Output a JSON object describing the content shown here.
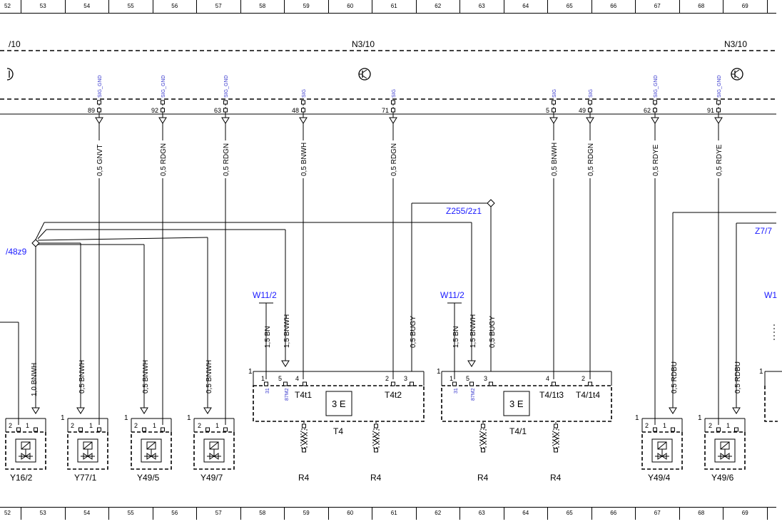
{
  "ruler": {
    "first_label": "52",
    "columns": [
      "53",
      "54",
      "55",
      "56",
      "57",
      "58",
      "59",
      "60",
      "61",
      "62",
      "63",
      "64",
      "65",
      "66",
      "67",
      "68",
      "69"
    ]
  },
  "modules": {
    "left_label": "/10",
    "center_label": "N3/10",
    "right_label": "N3/10"
  },
  "pins": [
    {
      "signal": "SIG_GND",
      "number": "89",
      "wire": "0,5 GNVT"
    },
    {
      "signal": "SIG_GND",
      "number": "92",
      "wire": "0,5 RDGN"
    },
    {
      "signal": "SIG_GND",
      "number": "63",
      "wire": "0,5 RDGN"
    },
    {
      "signal": "SIG",
      "number": "48",
      "wire": "0,5 BNWH"
    },
    {
      "signal": "SIG",
      "number": "71",
      "wire": "0,5 RDGN"
    },
    {
      "signal": "SIG",
      "number": "5",
      "wire": "0,5 BNWH"
    },
    {
      "signal": "SIG",
      "number": "49",
      "wire": "0,5 RDGN"
    },
    {
      "signal": "SIG_GND",
      "number": "62",
      "wire": "0,5 RDYE"
    },
    {
      "signal": "SIG_GND",
      "number": "91",
      "wire": "0,5 RDYE"
    }
  ],
  "splices": {
    "left": "/48z9",
    "center": "Z255/2z1",
    "right": "Z7/7"
  },
  "grounds": {
    "w11_left": "W11/2",
    "w11_right": "W11/2",
    "w1_partial": "W1"
  },
  "wires": {
    "splice_drop_1": "1,0 BNWH",
    "splice_drop_2": "0,5 BNWH",
    "splice_drop_3": "0,5 BNWH",
    "splice_drop_4": "0,5 BNWH",
    "t4_bn": "1,5 BN",
    "t4_bnwh": "1,5 BNWH",
    "t4_bugy": "0,5 BUGY",
    "t41_bn": "1,5 BN",
    "t41_bnwh": "1,5 BNWH",
    "t41_bugy": "0,5 BUGY",
    "y494_rdbu": "0,5 RDBU",
    "y496_rdbu": "0,5 RDBU"
  },
  "t4": {
    "name": "T4",
    "pin_label_1": "1",
    "pin_1": "1",
    "pin_5": "5",
    "pin_4": "4",
    "pin_2": "2",
    "pin_3": "3",
    "sub_31": "31",
    "sub_87m2": "87M2",
    "terminal_1": "T4t1",
    "terminal_2": "T4t2",
    "resistor_left": "R4",
    "resistor_right": "R4"
  },
  "t41": {
    "name": "T4/1",
    "pin_label_1": "1",
    "pin_1": "1",
    "pin_5": "5",
    "pin_3": "3",
    "pin_4": "4",
    "pin_2": "2",
    "sub_31": "31",
    "sub_87m2": "87M2",
    "terminal_1": "T4/1t3",
    "terminal_2": "T4/1t4",
    "resistor_left": "R4",
    "resistor_right": "R4"
  },
  "valves": {
    "y162": "Y16/2",
    "y771": "Y77/1",
    "y495": "Y49/5",
    "y497": "Y49/7",
    "y494": "Y49/4",
    "y496": "Y49/6",
    "pin_1": "1",
    "pin_2": "2",
    "right_pin_1": "1"
  },
  "colors": {
    "line": "#000000",
    "link_blue": "#1a1aff",
    "signal_blue": "#3333cc"
  }
}
